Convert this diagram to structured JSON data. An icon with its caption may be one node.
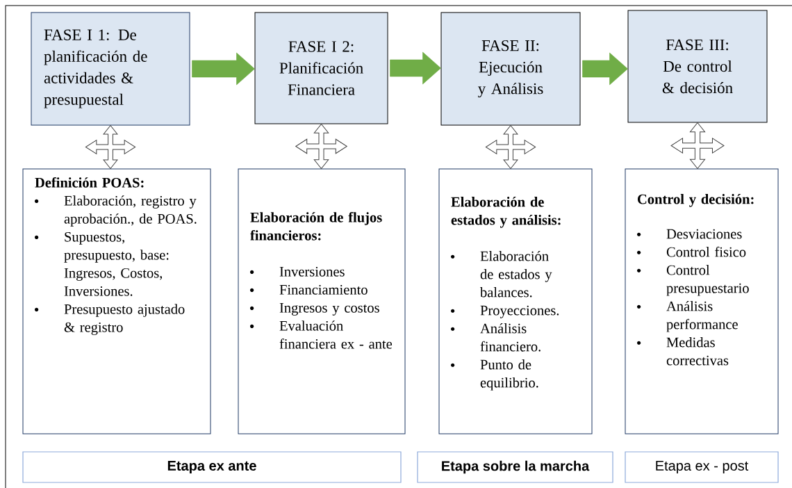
{
  "diagram": {
    "nodes": [
      {
        "text": [
          "FASE I 1: De planificación de actividades & presupuestal"
        ]
      },
      {
        "text": [
          "FASE I 2: Planificación Financiera"
        ]
      },
      {
        "text": [
          "FASE II: Ejecución y Análisis"
        ]
      },
      {
        "text": [
          "FASE III: De control & decisión"
        ]
      },
      {
        "text": [
          "Definición POAS:",
          "Elaboración, registro y aprobación., de POAS.",
          "Supuestos, presupuesto, base: Ingresos, Costos, Inversiones.",
          "Presupuesto ajustado & registro"
        ]
      },
      {
        "text": [
          "Elaboración de flujos financieros:",
          "Inversiones",
          "Financiamiento",
          "Ingresos y costos",
          "Evaluación financiera ex - ante"
        ]
      },
      {
        "text": [
          "Elaboración de estados y análisis:",
          "Elaboración de estados y balances.",
          "Proyecciones.",
          "Análisis financiero.",
          "Punto de equilibrio."
        ]
      },
      {
        "text": [
          "Control y decisión:",
          "Desviaciones",
          "Control fisico",
          "Control presupuestario",
          "Análisis performance",
          "Medidas correctivas"
        ]
      },
      {
        "text": [
          "Etapa ex ante"
        ]
      },
      {
        "text": [
          "Etapa sobre la marcha"
        ]
      },
      {
        "text": [
          "Etapa ex - post"
        ]
      }
    ],
    "edges": [
      {
        "from": 0,
        "to": 1,
        "arrow": "to",
        "color": "#70ad47"
      },
      {
        "from": 1,
        "to": 2,
        "arrow": "to",
        "color": "#70ad47"
      },
      {
        "from": 2,
        "to": 3,
        "arrow": "to",
        "color": "#70ad47"
      },
      {
        "from": 0,
        "to": 4,
        "arrow": "both"
      },
      {
        "from": 1,
        "to": 5,
        "arrow": "both"
      },
      {
        "from": 2,
        "to": 6,
        "arrow": "both"
      },
      {
        "from": 3,
        "to": 7,
        "arrow": "both"
      }
    ]
  }
}
